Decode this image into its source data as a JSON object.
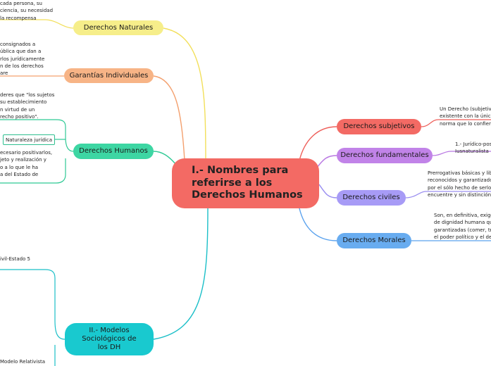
{
  "central": {
    "title": "I.- Nombres para referirse a los Derechos Humanos",
    "color": "#f36a64"
  },
  "left_branches": {
    "naturales": {
      "label": "Derechos Naturales",
      "color": "#f6ee8a",
      "line_color": "#f2df5a",
      "note_lines": [
        "cada persona, su",
        "ciencia, su necesidad",
        "la recompensa"
      ]
    },
    "garantias": {
      "label": "Garantías Individuales",
      "color": "#f7b486",
      "line_color": "#f3a06e",
      "note_lines": [
        "consignados a",
        "ública que dan a",
        "rlos jurídicamente",
        "n de los derechos",
        "are"
      ]
    },
    "humanos": {
      "label": "Derechos Humanos",
      "color": "#3dd6a3",
      "line_color": "#2fc995",
      "note_top_lines": [
        "deres que \"los sujetos",
        "su establecimiento",
        "n virtud de un",
        "recho positivo\"."
      ],
      "subnode": "Naturaleza jurídica",
      "note_bottom_lines": [
        "ecesario positivarlos,",
        "jeto y realización y",
        "o a lo que le ha",
        "a del Estado de"
      ]
    },
    "modelos": {
      "label": "II.- Modelos Sociológicos de los DH",
      "color": "#19c9cf",
      "line_color": "#1bbfc8",
      "sub_top": "ivil-Estado 5",
      "sub_bottom": "Modelo Relativista"
    }
  },
  "right_branches": {
    "subjetivos": {
      "label": "Derechos subjetivos",
      "color": "#f36a64",
      "line_color": "#ee5f5a",
      "note_lines": [
        "Un Derecho (subjetivo)",
        "existente con la única",
        "norma que lo confiere"
      ]
    },
    "fundamentales": {
      "label": "Derechos fundamentales",
      "color": "#c183e8",
      "line_color": "#b876e2",
      "note_lines": [
        "1.- Jurídico-pos",
        "Iusnaturalista"
      ]
    },
    "civiles": {
      "label": "Derechos civiles",
      "color": "#a79bf6",
      "line_color": "#9a8ef0",
      "note_lines": [
        "Prerrogativas básicas y lib",
        "reconocidos y garantizado",
        "por el sólo hecho de serlo.",
        "encuentre y sin distinción d"
      ]
    },
    "morales": {
      "label": "Derechos Morales",
      "color": "#68acf0",
      "line_color": "#5aa2ee",
      "note_lines": [
        "Son, en definitiva, exige",
        "de dignidad humana que",
        "garantizadas (comer, tr",
        "el poder político y el der"
      ]
    }
  }
}
